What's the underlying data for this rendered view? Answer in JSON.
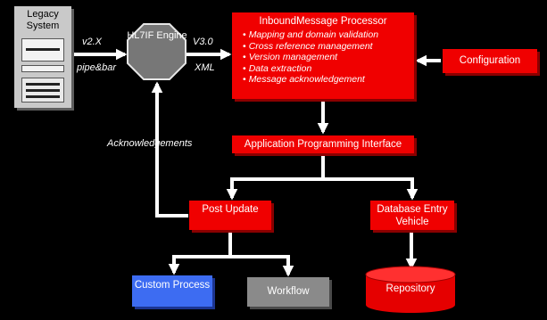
{
  "legacy": {
    "label": "Legacy System"
  },
  "hl7if": {
    "label": "HL7IF Engine"
  },
  "processor": {
    "title": "InboundMessage Processor",
    "items": [
      "Mapping and domain validation",
      "Cross reference management",
      "Version management",
      "Data extraction",
      "Message acknowledgement"
    ]
  },
  "configuration": {
    "label": "Configuration"
  },
  "api": {
    "label": "Application Programming Interface"
  },
  "post_update": {
    "label": "Post Update"
  },
  "db_entry": {
    "label": "Database Entry Vehicle"
  },
  "custom_process": {
    "label": "Custom Process"
  },
  "workflow": {
    "label": "Workflow"
  },
  "repository": {
    "label": "Repository"
  },
  "edge_labels": {
    "v2x": "v2.X",
    "pipe": "pipe&bar",
    "v30": "V3.0",
    "xml": "XML",
    "ack": "Acknowledgements"
  },
  "colors": {
    "background": "#000000",
    "process_red": "#f00000",
    "custom_blue": "#3d6cf2",
    "workflow_gray": "#8a8a8a",
    "legacy_gray": "#c9c9c9",
    "hl7_gray": "#777777",
    "arrow_white": "#ffffff"
  }
}
